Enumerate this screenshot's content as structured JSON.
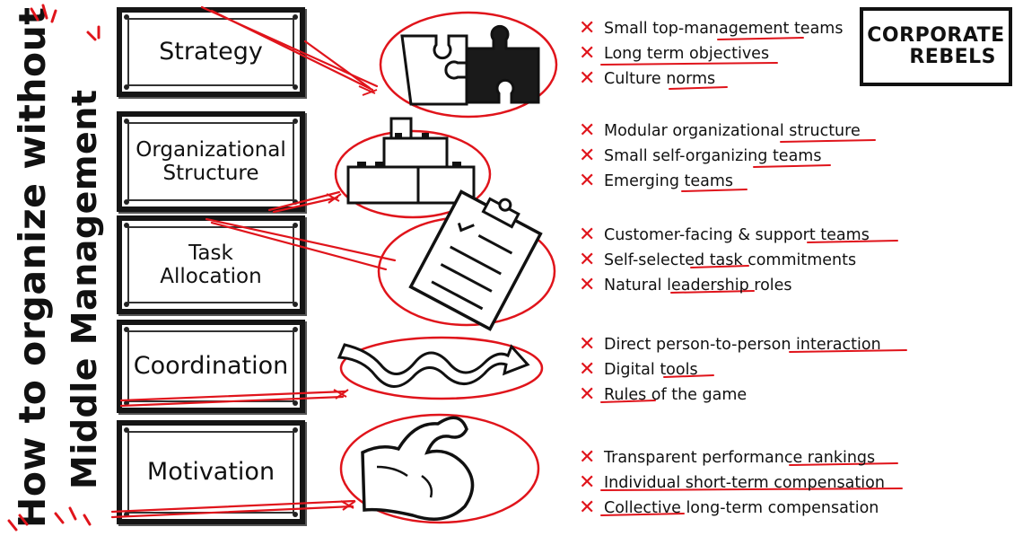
{
  "title": {
    "line1": "How to organize without",
    "line2": "Middle Management"
  },
  "logo": {
    "line1": "CORPORATE",
    "line2": "REBELS"
  },
  "colors": {
    "accent": "#e0141b",
    "ink": "#111111"
  },
  "sections": [
    {
      "label": "Strategy",
      "icon": "puzzle-icon",
      "bullets": [
        "Small top-management teams",
        "Long term objectives",
        "Culture norms"
      ]
    },
    {
      "label": "Organizational\nStructure",
      "icon": "building-blocks-icon",
      "bullets": [
        "Modular organizational structure",
        "Small self-organizing teams",
        "Emerging teams"
      ]
    },
    {
      "label": "Task\nAllocation",
      "icon": "clipboard-icon",
      "bullets": [
        "Customer-facing & support teams",
        "Self-selected task commitments",
        "Natural leadership roles"
      ]
    },
    {
      "label": "Coordination",
      "icon": "wavy-arrow-icon",
      "bullets": [
        "Direct person-to-person interaction",
        "Digital tools",
        "Rules of the game"
      ]
    },
    {
      "label": "Motivation",
      "icon": "flexed-arm-icon",
      "bullets": [
        "Transparent performance rankings",
        "Individual short-term compensation",
        "Collective long-term compensation"
      ]
    }
  ]
}
